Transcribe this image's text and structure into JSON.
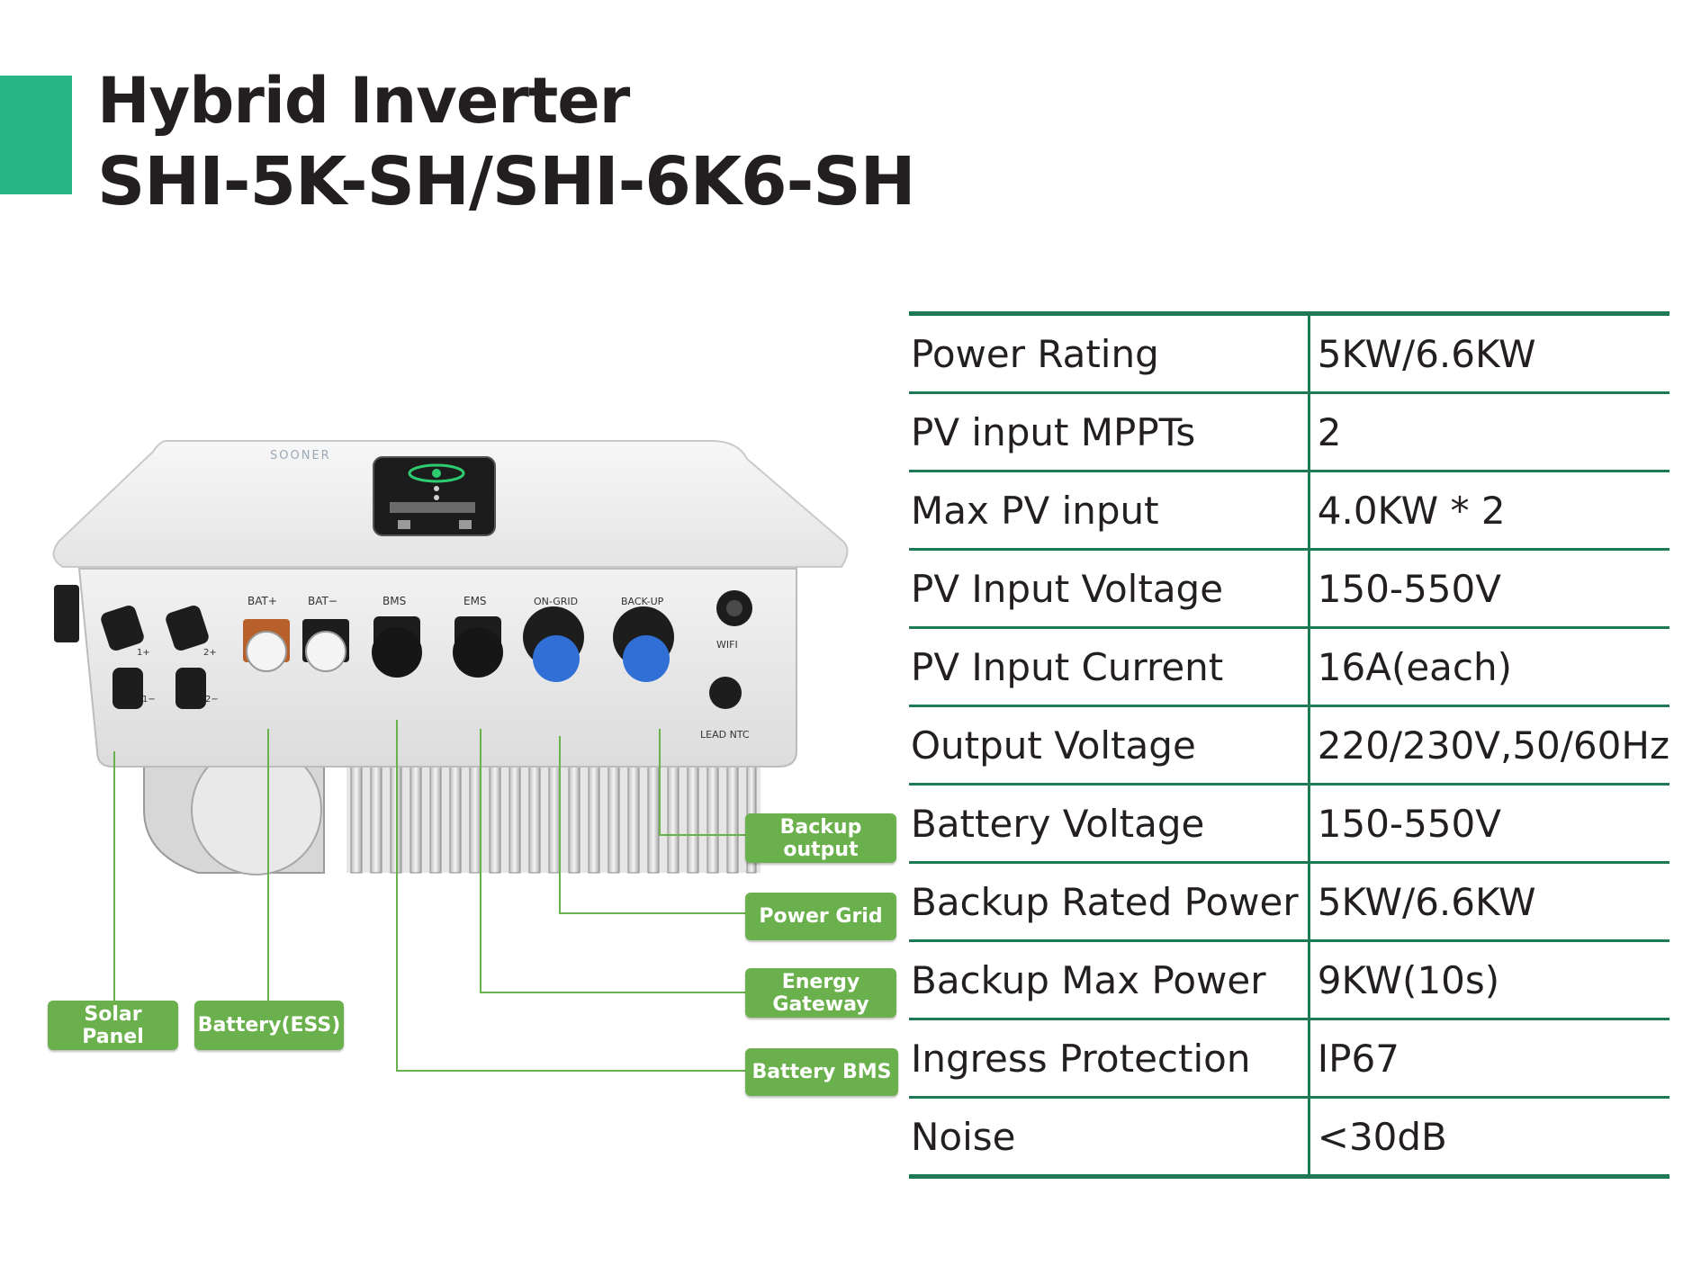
{
  "header": {
    "title_line1": "Hybrid Inverter",
    "title_line2": "SHI-5K-SH/SHI-6K6-SH",
    "accent_color": "#27b585"
  },
  "product": {
    "brand": "SOONER",
    "ports": {
      "bat_plus": "BAT+",
      "bat_minus": "BAT−",
      "bms": "BMS",
      "ems": "EMS",
      "on_grid": "ON-GRID",
      "back_up": "BACK-UP",
      "wifi": "WIFI",
      "lead_ntc": "LEAD NTC",
      "pv1_plus": "1+",
      "pv2_plus": "2+",
      "pv1_minus": "1−",
      "pv2_minus": "2−"
    }
  },
  "callouts": {
    "solar_panel": "Solar\nPanel",
    "battery_ess": "Battery(ESS)",
    "backup_output": "Backup\noutput",
    "power_grid": "Power Grid",
    "energy_gateway": "Energy\nGateway",
    "battery_bms": "Battery BMS",
    "color": "#6ab04c"
  },
  "specs": {
    "line_color": "#1e7a55",
    "rows": [
      {
        "label": "Power Rating",
        "value": "5KW/6.6KW"
      },
      {
        "label": "PV input MPPTs",
        "value": "2"
      },
      {
        "label": "Max PV input",
        "value": "4.0KW * 2"
      },
      {
        "label": "PV Input Voltage",
        "value": "150-550V"
      },
      {
        "label": "PV Input Current",
        "value": "16A(each)"
      },
      {
        "label": "Output Voltage",
        "value": "220/230V,50/60Hz"
      },
      {
        "label": "Battery Voltage",
        "value": "150-550V"
      },
      {
        "label": "Backup Rated Power",
        "value": "5KW/6.6KW"
      },
      {
        "label": "Backup Max Power",
        "value": "9KW(10s)"
      },
      {
        "label": "Ingress Protection",
        "value": "IP67"
      },
      {
        "label": "Noise",
        "value": "<30dB"
      }
    ]
  }
}
